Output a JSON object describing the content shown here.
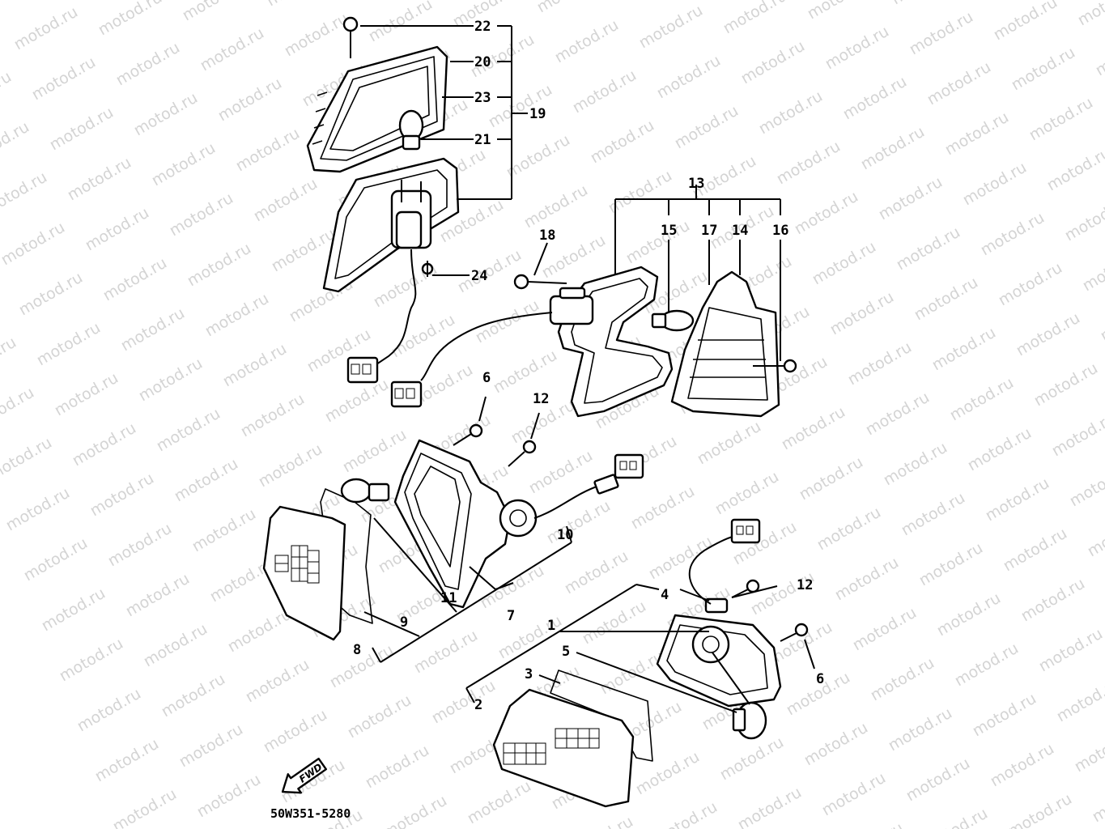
{
  "diagram": {
    "watermark": "motod.ru",
    "part_code": "50W351-5280",
    "fwd_label": "FWD",
    "callouts": {
      "c1": "1",
      "c2": "2",
      "c3": "3",
      "c4": "4",
      "c5": "5",
      "c6a": "6",
      "c6b": "6",
      "c7": "7",
      "c8": "8",
      "c9": "9",
      "c10": "10",
      "c11": "11",
      "c12a": "12",
      "c12b": "12",
      "c13": "13",
      "c14": "14",
      "c15": "15",
      "c16": "16",
      "c17": "17",
      "c18": "18",
      "c19": "19",
      "c20": "20",
      "c21": "21",
      "c22": "22",
      "c23": "23",
      "c24": "24"
    }
  }
}
